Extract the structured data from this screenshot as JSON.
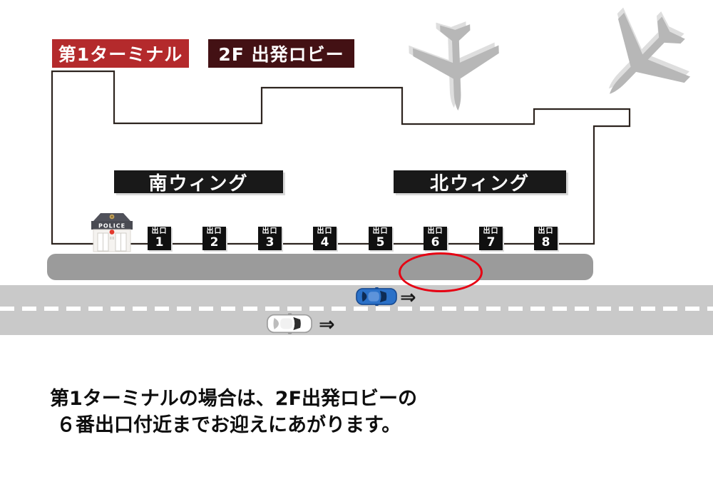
{
  "header": {
    "terminal_badge": "第1ターミナル",
    "lobby_badge": "2F 出発ロビー"
  },
  "terminal_map": {
    "south_wing": "南ウィング",
    "north_wing": "北ウィング",
    "police_box": "POLICE",
    "exits": [
      {
        "label": "出口",
        "number": "1"
      },
      {
        "label": "出口",
        "number": "2"
      },
      {
        "label": "出口",
        "number": "3"
      },
      {
        "label": "出口",
        "number": "4"
      },
      {
        "label": "出口",
        "number": "5"
      },
      {
        "label": "出口",
        "number": "6"
      },
      {
        "label": "出口",
        "number": "7"
      },
      {
        "label": "出口",
        "number": "8"
      }
    ]
  },
  "road": {
    "arrows": [
      "⇒",
      "⇒"
    ]
  },
  "note": {
    "line1": "第1ターミナルの場合は、2F出発ロビーの",
    "line2": "６番出口付近までお迎えにあがります。"
  },
  "colors": {
    "terminal_badge_bg": "#b42a2c",
    "lobby_badge_bg": "#431114",
    "sign_bg": "#101010",
    "highlight_ellipse": "#e60012",
    "sidewalk": "#9b9b9b",
    "road": "#c9c9c9",
    "airplane": "#b7b7b7",
    "blue_car": "#2b71c8"
  }
}
